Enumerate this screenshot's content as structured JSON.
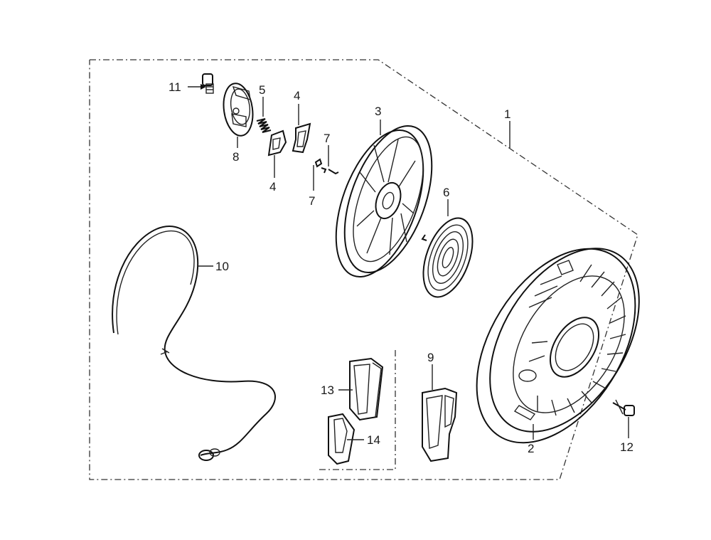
{
  "callouts": {
    "c1": "1",
    "c2": "2",
    "c3": "3",
    "c4a": "4",
    "c4b": "4",
    "c5": "5",
    "c6": "6",
    "c7a": "7",
    "c7b": "7",
    "c8": "8",
    "c9": "9",
    "c10": "10",
    "c11": "11",
    "c12": "12",
    "c13": "13",
    "c14": "14"
  }
}
